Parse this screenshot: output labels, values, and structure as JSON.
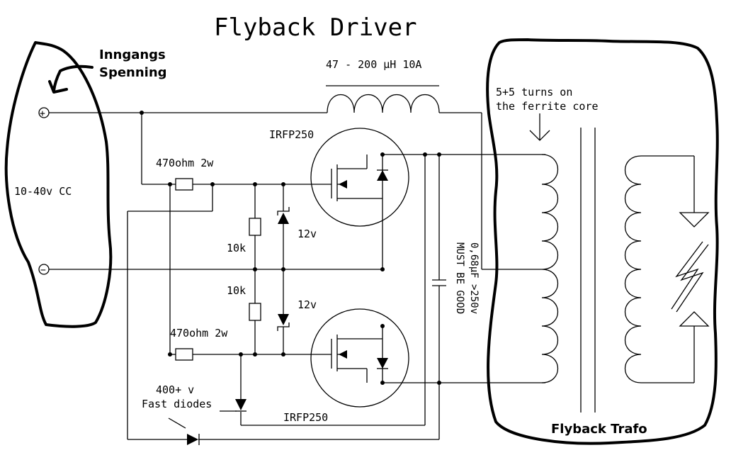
{
  "title": "Flyback Driver",
  "supply": {
    "input_label_line1": "Inngangs",
    "input_label_line2": "Spenning",
    "voltage": "10-40v CC",
    "plus_symbol": "+",
    "minus_symbol": "−"
  },
  "inductor": {
    "label": "47 - 200 µH 10A"
  },
  "mosfets": {
    "top_label": "IRFP250",
    "bottom_label": "IRFP250"
  },
  "resistors": {
    "gate_top": "470ohm 2w",
    "gate_bottom": "470ohm 2w",
    "pulldown_top": "10k",
    "pulldown_bottom": "10k"
  },
  "zeners": {
    "top": "12v",
    "bottom": "12v"
  },
  "diodes": {
    "line1": "400+ v",
    "line2": "Fast diodes"
  },
  "capacitor": {
    "line1": "0,68µF >250v",
    "line2": "MUST BE GOOD"
  },
  "transformer": {
    "note_line1": "5+5 turns on",
    "note_line2": "the ferrite core",
    "label": "Flyback Trafo"
  }
}
